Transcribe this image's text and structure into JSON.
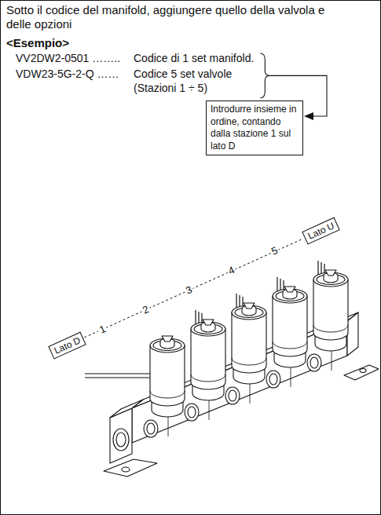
{
  "diagram": {
    "nodes": [
      {
        "text": [
          "Introdurre insieme in ordine, contando dalla stazione 1 sul lato D"
        ]
      },
      {
        "text": [
          "Lato D"
        ]
      },
      {
        "text": [
          "Lato U"
        ]
      }
    ],
    "labels": [
      "Sotto il codice del manifold, aggiungere quello della valvola e delle opzioni",
      "<Esempio>",
      "VV2DW2-0501 ……..",
      "Codice di 1 set manifold.",
      "VDW23-5G-2-Q ……",
      "Codice 5 set valvole",
      "(Stazioni 1 ÷ 5)",
      "1",
      "2",
      "3",
      "4",
      "5"
    ]
  }
}
